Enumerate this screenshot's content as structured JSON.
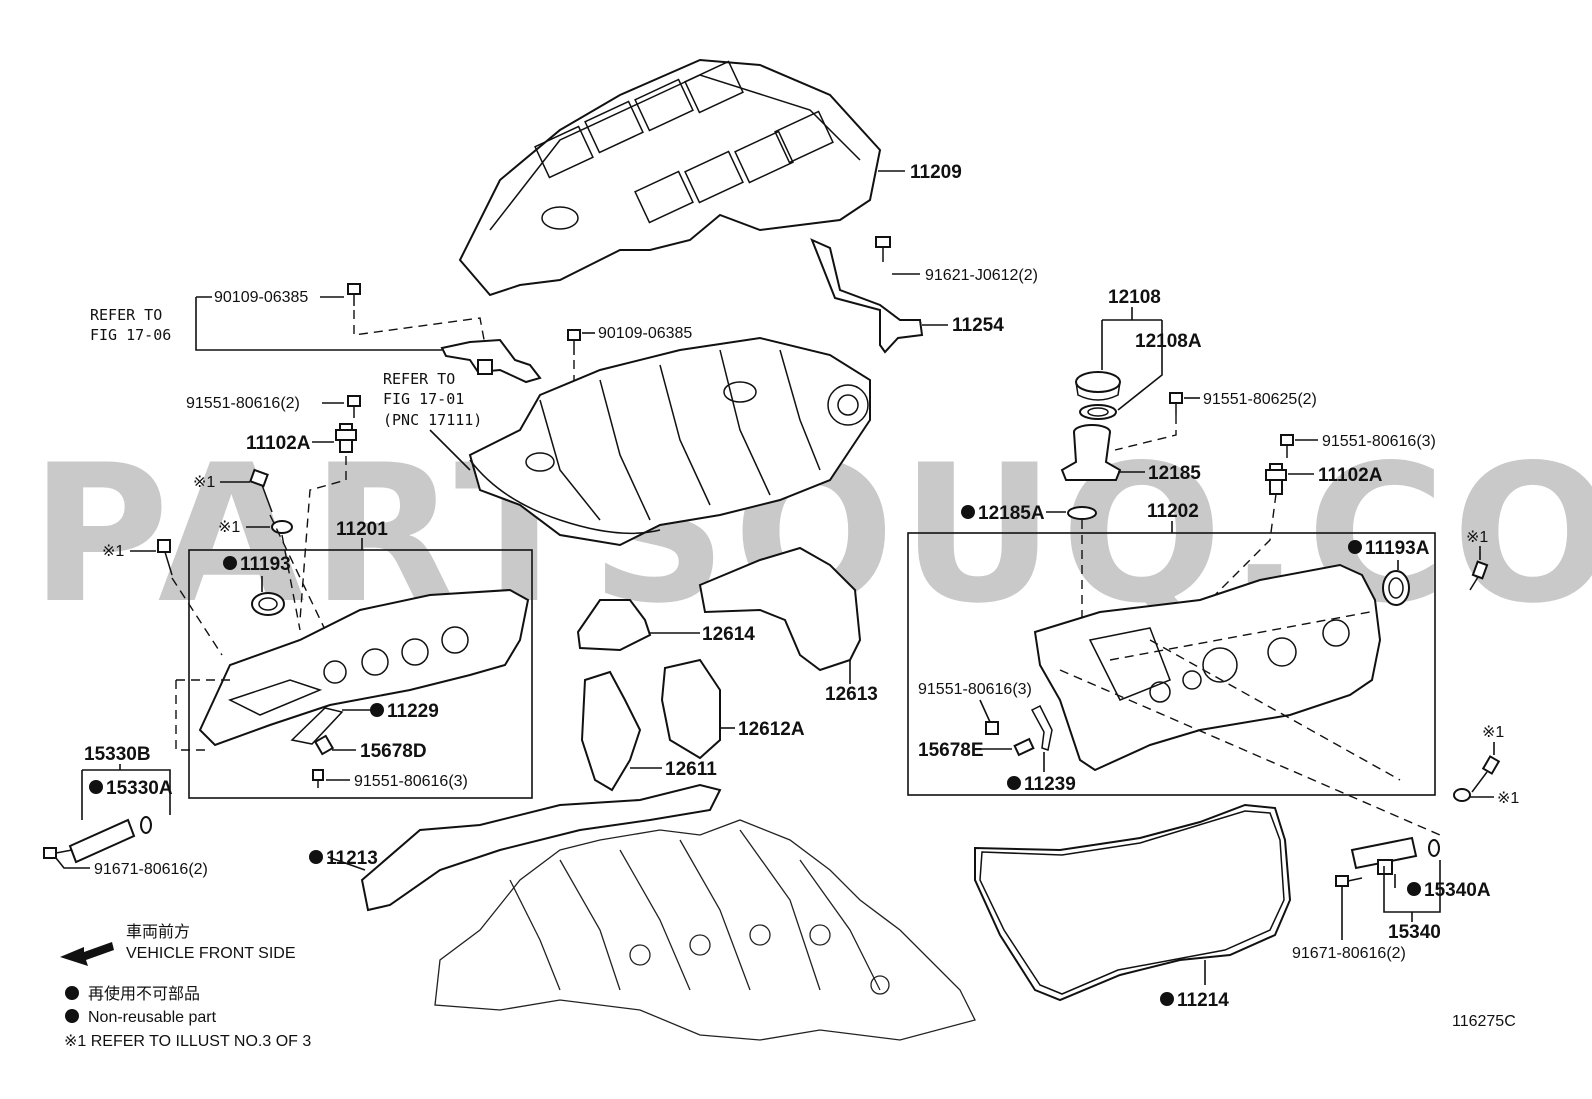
{
  "watermark": "PARTSOUQ.COM",
  "labels": {
    "p11209": "11209",
    "p11254": "11254",
    "p91621": "91621-J0612(2)",
    "p12108": "12108",
    "p12108A": "12108A",
    "p91551_80625": "91551-80625(2)",
    "p91551_80616_3_right": "91551-80616(3)",
    "p12185": "12185",
    "p11102A_right": "11102A",
    "p12185A": "12185A",
    "p11202": "11202",
    "p11193A": "11193A",
    "x1_right_top": "※1",
    "x1_right_mid": "※1",
    "x1_right_low": "※1",
    "p91551_80616_3_rbox": "91551-80616(3)",
    "p15678E": "15678E",
    "p11239": "11239",
    "p15340A": "15340A",
    "p15340": "15340",
    "p91671_right": "91671-80616(2)",
    "p11214": "11214",
    "fig_code": "116275C",
    "refer_17_06_a": "REFER TO",
    "refer_17_06_b": "FIG 17-06",
    "p90109_a": "90109-06385",
    "p90109_b": "90109-06385",
    "refer_17_01_a": "REFER TO",
    "refer_17_01_b": "FIG 17-01",
    "refer_17_01_c": "(PNC 17111)",
    "p91551_80616_2": "91551-80616(2)",
    "p11102A_left": "11102A",
    "x1_left_a": "※1",
    "x1_left_b": "※1",
    "x1_left_c": "※1",
    "p11201": "11201",
    "p11193": "11193",
    "p11229": "11229",
    "p15678D": "15678D",
    "p91551_80616_3_lbox": "91551-80616(3)",
    "p15330B": "15330B",
    "p15330A": "15330A",
    "p91671_left": "91671-80616(2)",
    "p11213": "11213",
    "p12614": "12614",
    "p12613": "12613",
    "p12612A": "12612A",
    "p12611": "12611"
  },
  "legend": {
    "front_jp": "車両前方",
    "front_en": "VEHICLE FRONT SIDE",
    "nonreusable_jp": "再使用不可部品",
    "nonreusable_en": "Non-reusable part",
    "note_x1": "※1  REFER TO ILLUST NO.3 OF 3"
  }
}
